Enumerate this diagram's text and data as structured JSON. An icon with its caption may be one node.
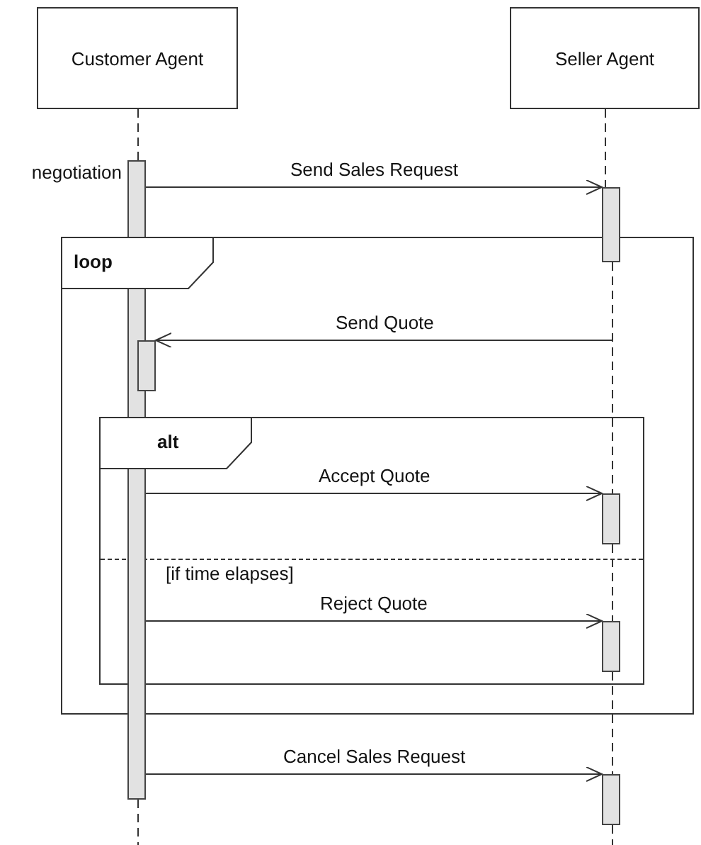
{
  "diagram": {
    "nodes": [
      {
        "text": [
          "Customer Agent"
        ]
      },
      {
        "text": [
          "Seller Agent"
        ]
      },
      {
        "text": [],
        "shape": "bar",
        "beside": [
          "negotiation"
        ]
      },
      {
        "text": [],
        "shape": "bar"
      },
      {
        "text": [
          "loop"
        ]
      },
      {
        "text": [],
        "shape": "bar",
        "in": 4
      },
      {
        "text": [
          "alt",
          "[if time elapses]"
        ],
        "in": 4
      },
      {
        "text": [],
        "shape": "bar",
        "in": 6
      },
      {
        "text": [],
        "shape": "bar",
        "in": 6
      },
      {
        "text": [],
        "shape": "bar"
      }
    ],
    "edges": [
      {
        "from": 0,
        "to": 2,
        "arrow": "none",
        "style": "dashed"
      },
      {
        "from": 2,
        "to": null,
        "arrow": "none",
        "style": "dashed"
      },
      {
        "from": 1,
        "to": 3,
        "arrow": "none",
        "style": "dashed"
      },
      {
        "from": 3,
        "to": 7,
        "arrow": "none",
        "style": "dashed"
      },
      {
        "from": 7,
        "to": 8,
        "arrow": "none",
        "style": "dashed"
      },
      {
        "from": 8,
        "to": 9,
        "arrow": "none",
        "style": "dashed"
      },
      {
        "from": 9,
        "to": null,
        "arrow": "none",
        "style": "dashed"
      },
      {
        "from": 2,
        "to": 3,
        "arrow": "to",
        "label": "Send Sales Request"
      },
      {
        "from": null,
        "to": 5,
        "arrow": "to",
        "label": "Send Quote"
      },
      {
        "from": 2,
        "to": 7,
        "arrow": "to",
        "label": "Accept Quote"
      },
      {
        "from": 2,
        "to": 8,
        "arrow": "to",
        "label": "Reject Quote"
      },
      {
        "from": 2,
        "to": 9,
        "arrow": "to",
        "label": "Cancel Sales Request"
      }
    ]
  }
}
